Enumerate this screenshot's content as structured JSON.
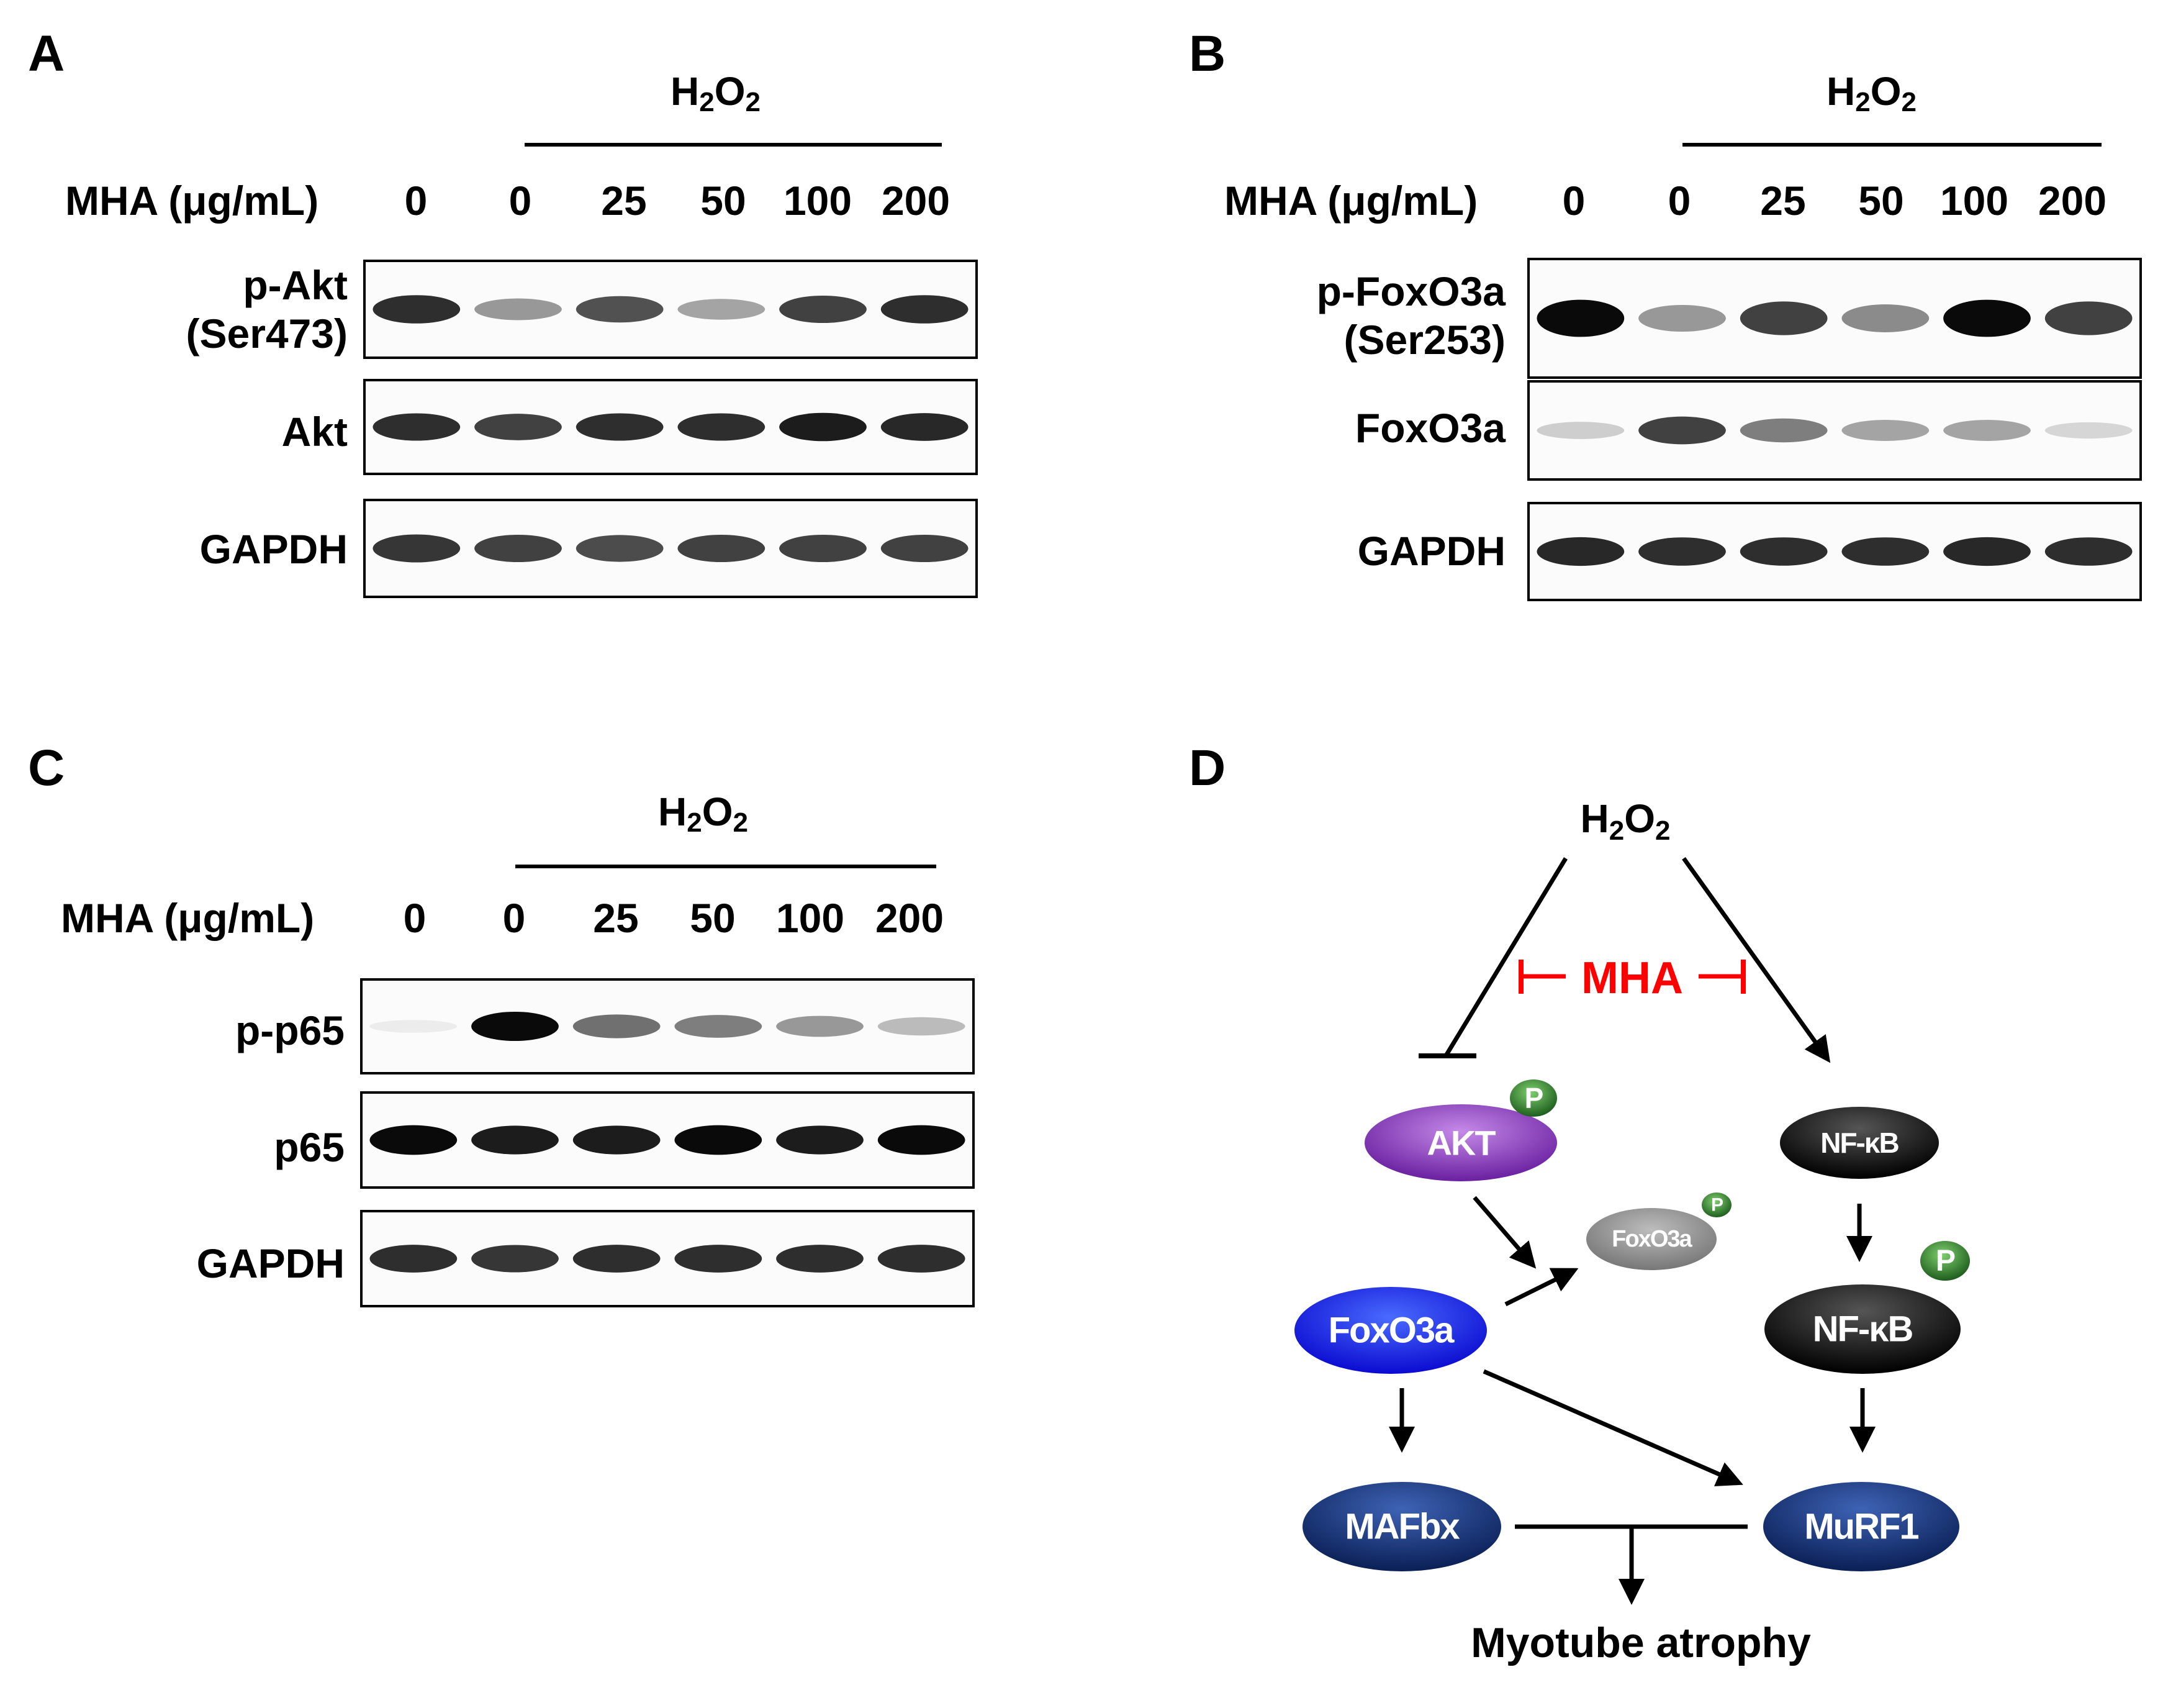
{
  "panels": {
    "A": {
      "letter": "A",
      "treatment": "H₂O₂",
      "dose_label": "MHA (μg/mL)",
      "doses": [
        "0",
        "0",
        "25",
        "50",
        "100",
        "200"
      ],
      "blots": [
        {
          "label_line1": "p-Akt",
          "label_line2": "(Ser473)",
          "band_intensity": [
            0.9,
            0.55,
            0.8,
            0.5,
            0.85,
            0.9
          ]
        },
        {
          "label_line1": "Akt",
          "label_line2": "",
          "band_intensity": [
            0.9,
            0.85,
            0.9,
            0.9,
            0.95,
            0.92
          ]
        },
        {
          "label_line1": "GAPDH",
          "label_line2": "",
          "band_intensity": [
            0.88,
            0.85,
            0.82,
            0.85,
            0.85,
            0.85
          ]
        }
      ]
    },
    "B": {
      "letter": "B",
      "treatment": "H₂O₂",
      "dose_label": "MHA (μg/mL)",
      "doses": [
        "0",
        "0",
        "25",
        "50",
        "100",
        "200"
      ],
      "blots": [
        {
          "label_line1": "p-FoxO3a",
          "label_line2": "(Ser253)",
          "band_intensity": [
            1.0,
            0.55,
            0.85,
            0.6,
            1.0,
            0.85
          ]
        },
        {
          "label_line1": "FoxO3a",
          "label_line2": "",
          "band_intensity": [
            0.3,
            0.85,
            0.65,
            0.5,
            0.5,
            0.25
          ]
        },
        {
          "label_line1": "GAPDH",
          "label_line2": "",
          "band_intensity": [
            0.92,
            0.9,
            0.9,
            0.9,
            0.92,
            0.9
          ]
        }
      ]
    },
    "C": {
      "letter": "C",
      "treatment": "H₂O₂",
      "dose_label": "MHA (μg/mL)",
      "doses": [
        "0",
        "0",
        "25",
        "50",
        "100",
        "200"
      ],
      "blots": [
        {
          "label_line1": "p-p65",
          "label_line2": "",
          "band_intensity": [
            0.1,
            1.0,
            0.7,
            0.65,
            0.55,
            0.4
          ]
        },
        {
          "label_line1": "p65",
          "label_line2": "",
          "band_intensity": [
            1.0,
            0.95,
            0.95,
            1.0,
            0.95,
            1.0
          ]
        },
        {
          "label_line1": "GAPDH",
          "label_line2": "",
          "band_intensity": [
            0.9,
            0.88,
            0.9,
            0.9,
            0.9,
            0.9
          ]
        }
      ]
    },
    "D": {
      "letter": "D",
      "top": "H₂O₂",
      "inhibitor": "MHA",
      "phospho_tag": "P",
      "nodes": {
        "akt": "AKT",
        "nfkb": "NF-κB",
        "foxo3a_p": "FoxO3a",
        "foxo3a": "FoxO3a",
        "nfkb_p": "NF-κB",
        "mafbx": "MAFbx",
        "murf1": "MuRF1"
      },
      "outcome": "Myotube atrophy",
      "colors": {
        "inhibitor": "#ff0000",
        "akt": "#8a3bc4",
        "foxo3a": "#1414f0",
        "foxo3a_p": "#8c8c8c",
        "nfkb": "#000000",
        "atrogene": "#0d2a6b",
        "phospho": "#2a7a2a"
      }
    }
  }
}
